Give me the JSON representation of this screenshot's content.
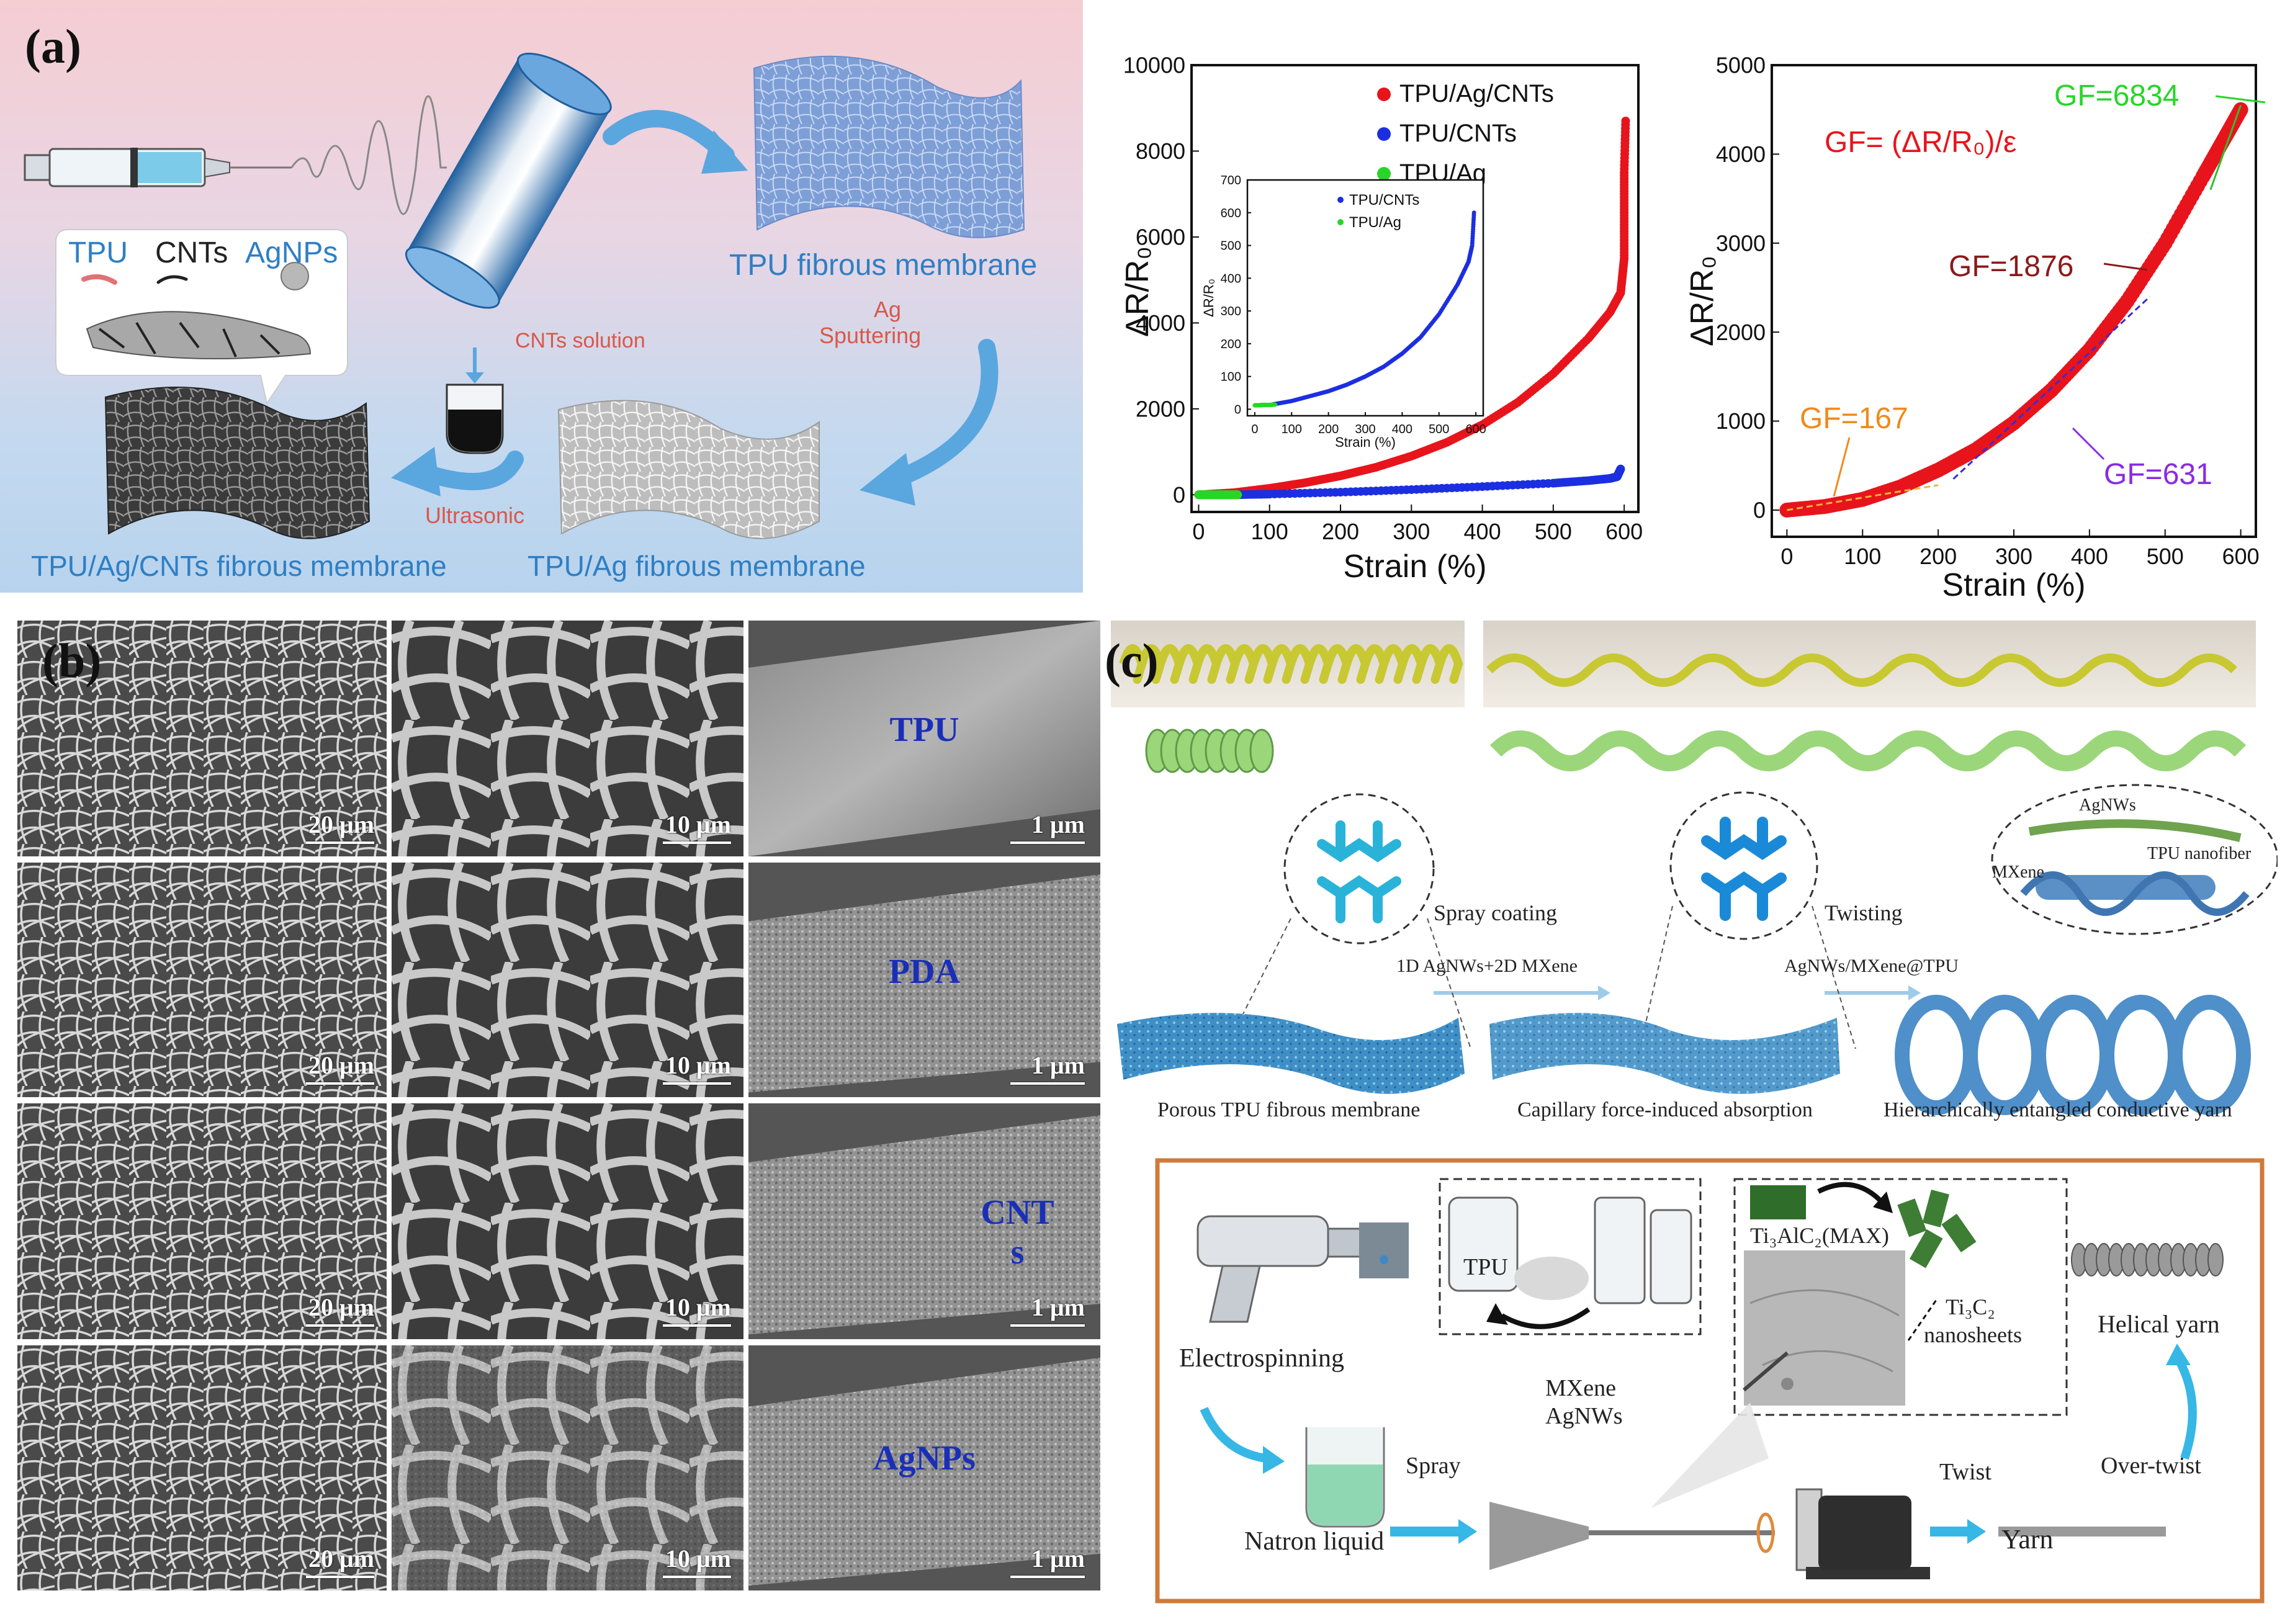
{
  "panel_a": {
    "label": "(a)",
    "legend_tpu": "TPU",
    "legend_cnts": "CNTs",
    "legend_agnps": "AgNPs",
    "tpu_membrane": "TPU fibrous membrane",
    "ag_sputtering_1": "Ag",
    "ag_sputtering_2": "Sputtering",
    "cnts_solution": "CNTs solution",
    "ultrasonic": "Ultrasonic",
    "tpu_ag_cnts_membrane": "TPU/Ag/CNTs fibrous membrane",
    "tpu_ag_membrane": "TPU/Ag fibrous membrane"
  },
  "panel_b": {
    "label": "(b)",
    "rows": [
      {
        "material": "TPU",
        "scales": [
          "20 μm",
          "10 μm",
          "1 μm"
        ]
      },
      {
        "material": "PDA",
        "scales": [
          "20 μm",
          "10 μm",
          "1 μm"
        ]
      },
      {
        "material": "CNT",
        "material2": "s",
        "scales": [
          "20 μm",
          "10 μm",
          "1 μm"
        ]
      },
      {
        "material": "AgNPs",
        "scales": [
          "20 μm",
          "10 μm",
          "1 μm"
        ]
      }
    ]
  },
  "panel_c": {
    "label": "(c)",
    "spray_coating": "Spray coating",
    "agnws_mxene": "1D AgNWs+2D MXene",
    "twisting": "Twisting",
    "agnws_mxene_tpu": "AgNWs/MXene@TPU",
    "zoom_agnws": "AgNWs",
    "zoom_mxene": "MXene",
    "zoom_tpu": "TPU nanofiber",
    "porous_tpu": "Porous TPU fibrous membrane",
    "capillary": "Capillary force-induced absorption",
    "hierarchical": "Hierarchically entangled conductive yarn",
    "electrospinning": "Electrospinning",
    "tpu_bottle": "TPU",
    "max": "Ti₃AlC₂(MAX)",
    "ti3c2_1": "Ti₃C₂",
    "ti3c2_2": "nanosheets",
    "helical_yarn": "Helical yarn",
    "mxene_1": "MXene",
    "mxene_2": "AgNWs",
    "spray": "Spray",
    "twist": "Twist",
    "over_twist": "Over-twist",
    "natron": "Natron liquid",
    "yarn": "Yarn"
  },
  "chart_data": [
    {
      "type": "scatter",
      "xlabel": "Strain (%)",
      "ylabel": "ΔR/R₀",
      "xlim": [
        -10,
        620
      ],
      "ylim": [
        -400,
        10000
      ],
      "xticks": [
        0,
        100,
        200,
        300,
        400,
        500,
        600
      ],
      "yticks": [
        0,
        2000,
        4000,
        6000,
        8000,
        10000
      ],
      "legend": "top-right",
      "series": [
        {
          "name": "TPU/Ag/CNTs",
          "color": "#e8141c",
          "x": [
            0,
            50,
            100,
            150,
            200,
            250,
            300,
            350,
            400,
            450,
            500,
            550,
            580,
            595,
            600,
            600,
            600,
            602
          ],
          "y": [
            0,
            50,
            150,
            280,
            440,
            640,
            900,
            1220,
            1630,
            2150,
            2820,
            3650,
            4250,
            4700,
            5500,
            6500,
            7500,
            8700
          ]
        },
        {
          "name": "TPU/CNTs",
          "color": "#1c2fe0",
          "x": [
            50,
            100,
            200,
            300,
            400,
            500,
            550,
            580,
            590,
            595
          ],
          "y": [
            0,
            15,
            60,
            120,
            190,
            270,
            330,
            380,
            420,
            600
          ]
        },
        {
          "name": "TPU/Ag",
          "color": "#27d627",
          "x": [
            0,
            10,
            20,
            30,
            40,
            50,
            55
          ],
          "y": [
            0,
            0,
            0,
            0,
            0,
            0,
            0
          ]
        }
      ],
      "inset": {
        "xlabel": "Strain (%)",
        "ylabel": "ΔR/R₀",
        "xlim": [
          -20,
          620
        ],
        "ylim": [
          -20,
          700
        ],
        "xticks": [
          0,
          100,
          200,
          300,
          400,
          500,
          600
        ],
        "yticks": [
          0,
          100,
          200,
          300,
          400,
          500,
          600,
          700
        ],
        "series": [
          {
            "name": "TPU/CNTs",
            "color": "#1c2fe0",
            "x": [
              50,
              100,
              150,
              200,
              250,
              300,
              350,
              400,
              450,
              500,
              550,
              580,
              590,
              595
            ],
            "y": [
              15,
              25,
              40,
              55,
              75,
              100,
              130,
              170,
              220,
              290,
              380,
              450,
              500,
              600
            ]
          },
          {
            "name": "TPU/Ag",
            "color": "#27d627",
            "x": [
              0,
              10,
              20,
              30,
              40,
              50,
              55
            ],
            "y": [
              12,
              12,
              13,
              13,
              13,
              14,
              14
            ]
          }
        ]
      }
    },
    {
      "type": "scatter",
      "xlabel": "Strain (%)",
      "ylabel": "ΔR/R₀",
      "xlim": [
        -20,
        620
      ],
      "ylim": [
        -300,
        5000
      ],
      "xticks": [
        0,
        100,
        200,
        300,
        400,
        500,
        600
      ],
      "yticks": [
        0,
        1000,
        2000,
        3000,
        4000,
        5000
      ],
      "formula": "GF= (ΔR/R₀)/ε",
      "annotations": [
        {
          "text": "GF=6834",
          "color": "#27d627"
        },
        {
          "text": "GF=1876",
          "color": "#8b1a1a"
        },
        {
          "text": "GF=167",
          "color": "#f08a1a"
        },
        {
          "text": "GF=631",
          "color": "#8a2be2"
        }
      ],
      "series": [
        {
          "name": "data",
          "color": "#e8141c",
          "x": [
            0,
            50,
            100,
            150,
            200,
            250,
            300,
            350,
            400,
            450,
            500,
            550,
            580,
            600
          ],
          "y": [
            0,
            40,
            120,
            260,
            450,
            680,
            980,
            1350,
            1800,
            2350,
            3000,
            3750,
            4200,
            4500
          ]
        }
      ]
    }
  ]
}
